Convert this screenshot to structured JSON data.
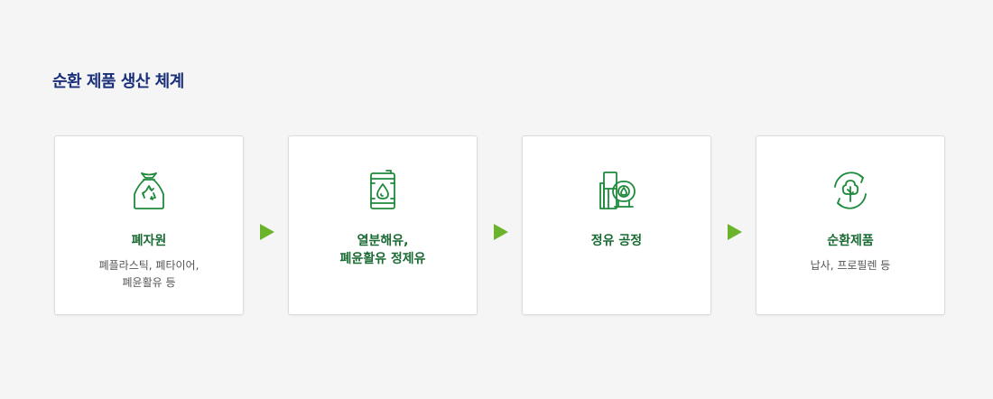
{
  "title": "순환 제품 생산 체계",
  "colors": {
    "title": "#1a2f7a",
    "icon_green": "#1e8a3c",
    "arrow_green": "#6ab42c",
    "step_title": "#1a6b33"
  },
  "steps": [
    {
      "icon": "recycle-bag-icon",
      "name": "폐자원",
      "desc": "폐플라스틱, 폐타이어,\n폐윤활유 등"
    },
    {
      "icon": "oil-barrel-icon",
      "name": "열분해유,\n폐윤활유 정제유",
      "desc": ""
    },
    {
      "icon": "refinery-tank-icon",
      "name": "정유 공정",
      "desc": ""
    },
    {
      "icon": "circular-tree-icon",
      "name": "순환제품",
      "desc": "납사, 프로필렌 등"
    }
  ]
}
